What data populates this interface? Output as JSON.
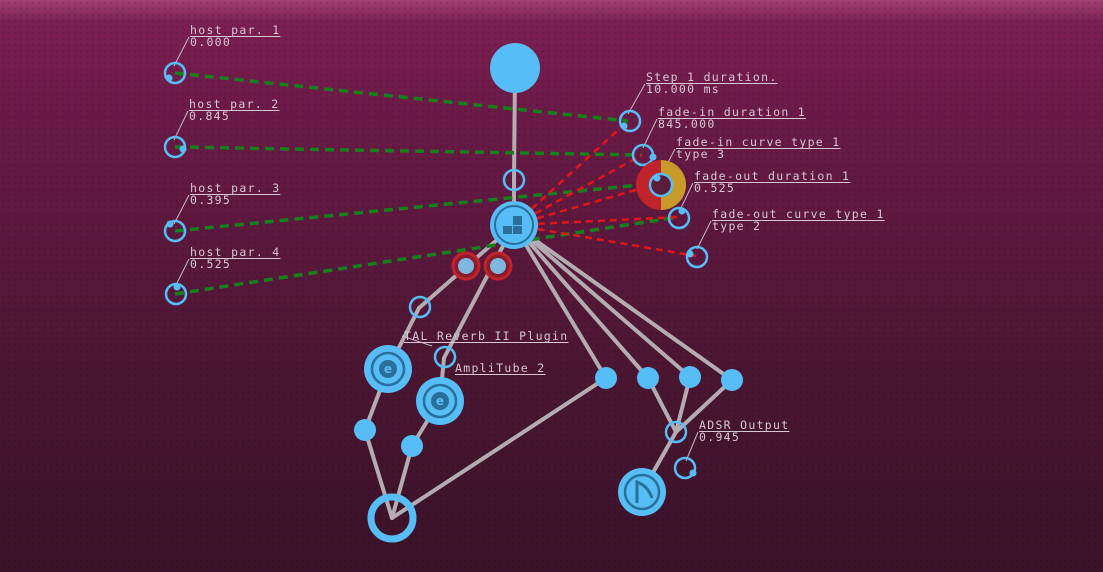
{
  "host_params": [
    {
      "name": "host  par. 1",
      "value": "0.000"
    },
    {
      "name": "host  par. 2",
      "value": "0.845"
    },
    {
      "name": "host  par. 3",
      "value": "0.395"
    },
    {
      "name": "host  par. 4",
      "value": "0.525"
    }
  ],
  "adsr_params": [
    {
      "name": "Step  1  duration.",
      "value": "10.000  ms"
    },
    {
      "name": "fade-in  duration  1",
      "value": "845.000"
    },
    {
      "name": "fade-in  curve  type  1",
      "value": "type  3"
    },
    {
      "name": "fade-out  duration  1",
      "value": "0.525"
    },
    {
      "name": "fade-out  curve  type  1",
      "value": "type  2"
    }
  ],
  "plugins": [
    {
      "name": "TAL  Reverb  II  Plugin",
      "icon": "plugin-e-icon"
    },
    {
      "name": "AmpliTube  2",
      "icon": "plugin-e-icon"
    }
  ],
  "output": {
    "name": "ADSR  Output",
    "value": "0.945"
  },
  "icons": {
    "root": "circle-node-icon",
    "adsr": "adsr-envelope-icon",
    "output_target": "audio-output-icon"
  },
  "colors": {
    "node": "#56bdf6",
    "node_stroke": "#4fb8f2",
    "wire": "#b3adb3",
    "mod_green": "#16801d",
    "mod_red": "#e01616",
    "ring_red": "#c0232a",
    "ring_gold": "#c89a2a",
    "label": "#d8c7d3"
  }
}
